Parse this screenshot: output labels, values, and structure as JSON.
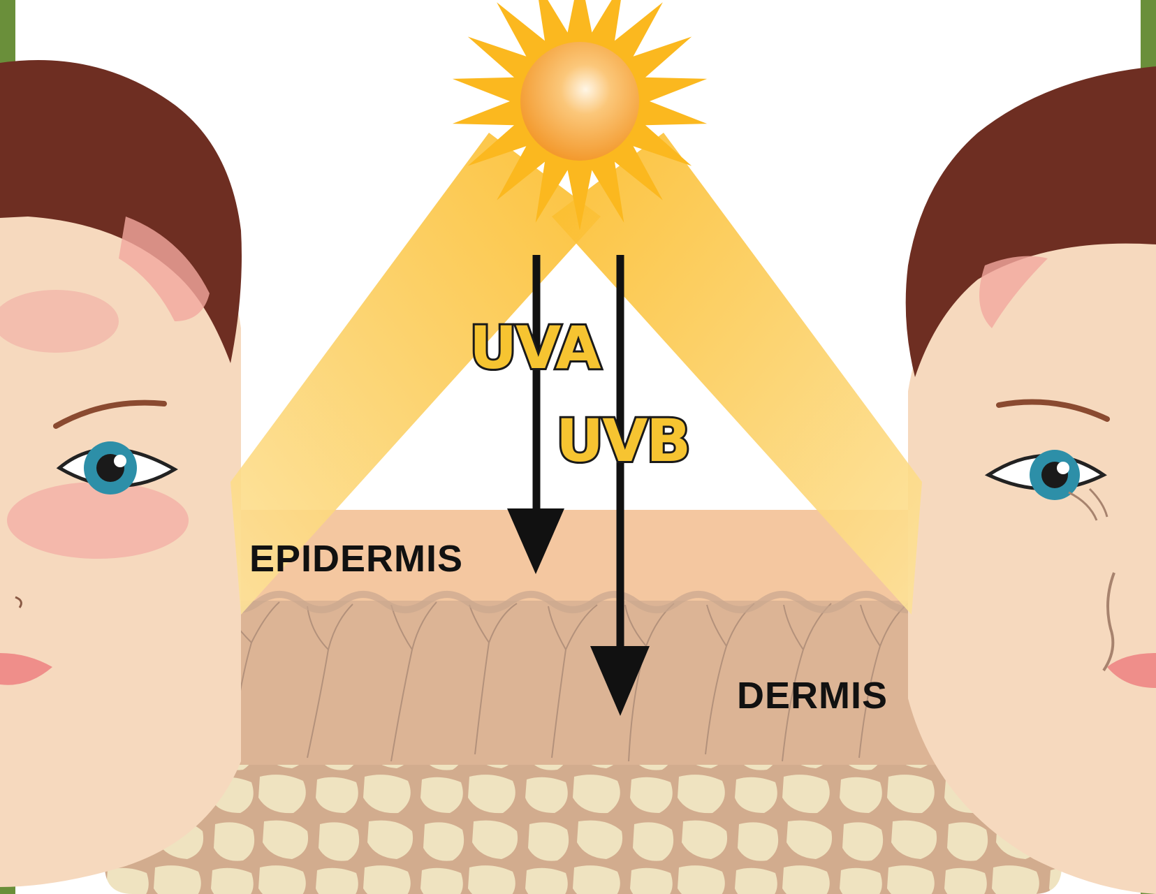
{
  "beams": {
    "left_label": "UVA",
    "right_label": "UVB"
  },
  "arrows": {
    "uva_label": "UVA",
    "uvb_label": "UVB"
  },
  "layers": {
    "epidermis": "EPIDERMIS",
    "dermis": "DERMIS"
  },
  "colors": {
    "frame_green": "#6a8f3a",
    "sun_core": "#f7a43a",
    "sun_rays": "#fbb81f",
    "beam": "#fcc84a",
    "epidermis": "#f4c7a0",
    "dermis": "#dcb495",
    "fat_cells": "#efe3c0",
    "hair": "#6e2e22",
    "skin": "#f6d9be",
    "iris": "#2d8fa8"
  },
  "icons": {
    "sun": "sun-icon",
    "left_face": "young-face-illustration",
    "right_face": "aged-face-illustration"
  }
}
